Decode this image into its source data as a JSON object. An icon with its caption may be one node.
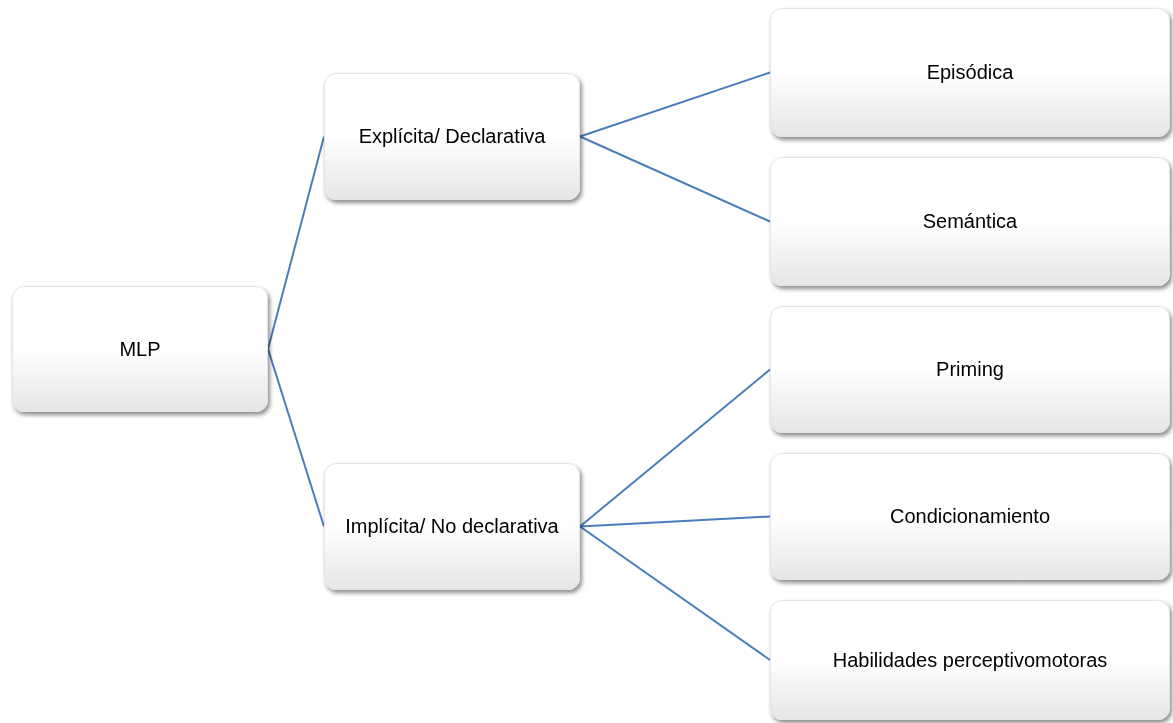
{
  "diagram": {
    "nodes": [
      {
        "text": [
          "MLP"
        ]
      },
      {
        "text": [
          "Explícita/ Declarativa"
        ]
      },
      {
        "text": [
          "Implícita/ No declarativa"
        ]
      },
      {
        "text": [
          "Episódica"
        ]
      },
      {
        "text": [
          "Semántica"
        ]
      },
      {
        "text": [
          "Priming"
        ]
      },
      {
        "text": [
          "Condicionamiento"
        ]
      },
      {
        "text": [
          "Habilidades perceptivomotoras"
        ]
      }
    ],
    "edges": [
      {
        "from": 0,
        "to": 1,
        "arrow": "none"
      },
      {
        "from": 0,
        "to": 2,
        "arrow": "none"
      },
      {
        "from": 1,
        "to": 3,
        "arrow": "none"
      },
      {
        "from": 1,
        "to": 4,
        "arrow": "none"
      },
      {
        "from": 2,
        "to": 5,
        "arrow": "none"
      },
      {
        "from": 2,
        "to": 6,
        "arrow": "none"
      },
      {
        "from": 2,
        "to": 7,
        "arrow": "none"
      }
    ]
  }
}
